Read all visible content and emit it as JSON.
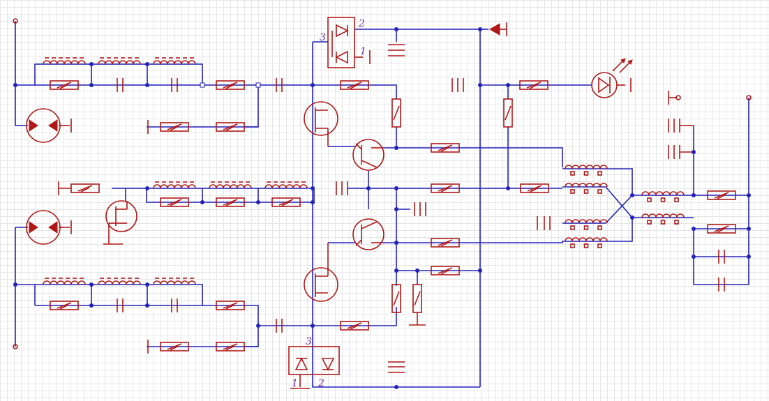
{
  "colors": {
    "wire": "#2222bb",
    "component": "#b01818",
    "junction": "#2222bb",
    "pin_label": "#6a2c9a",
    "grid": "#e6e6e6"
  },
  "pin_labels": {
    "top_bridge": {
      "pin1": "1",
      "pin2": "2",
      "pin3": "3"
    },
    "bottom_bridge": {
      "pin1": "1",
      "pin2": "2",
      "pin3": "3"
    }
  }
}
